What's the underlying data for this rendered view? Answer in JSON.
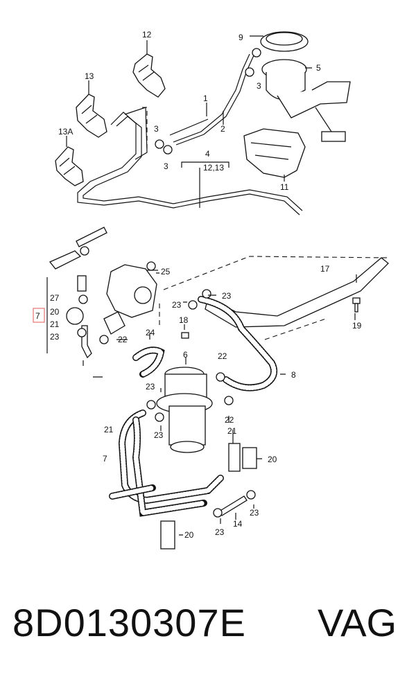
{
  "diagram": {
    "callouts": {
      "c1": "1",
      "c2": "2",
      "c3a": "3",
      "c3b": "3",
      "c3c": "3",
      "c4": "4",
      "c4sub": "12,13",
      "c5": "5",
      "c6": "6",
      "c7a": "7",
      "c7b": "7",
      "c8": "8",
      "c9": "9",
      "c11": "11",
      "c12": "12",
      "c13": "13",
      "c13a": "13A",
      "c14": "14",
      "c17": "17",
      "c18": "18",
      "c19": "19",
      "c20a": "20",
      "c20b": "20",
      "c20c": "20",
      "c21a": "21",
      "c21b": "21",
      "c21c": "21",
      "c22a": "22",
      "c22b": "22",
      "c22c": "22",
      "c22d": "22",
      "c23a": "23",
      "c23b": "23",
      "c23c": "23",
      "c23d": "23",
      "c23e": "23",
      "c23f": "23",
      "c23g": "23",
      "c23h": "23",
      "c23i": "23",
      "c24": "24",
      "c25": "25",
      "c27": "27"
    },
    "highlight_color": "#e57373"
  },
  "footer": {
    "part_number": "8D0130307E",
    "brand": "VAG"
  }
}
